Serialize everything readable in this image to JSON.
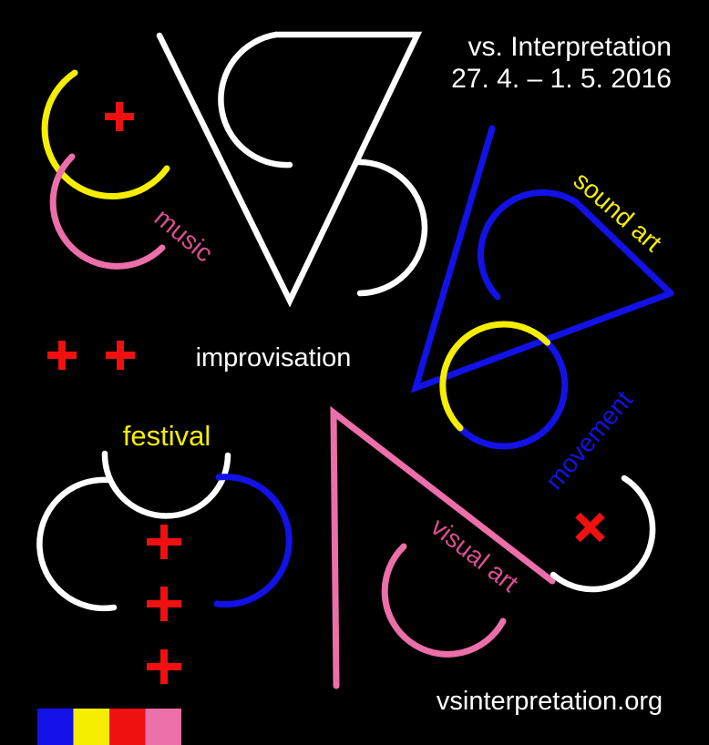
{
  "poster": {
    "header": {
      "line1": "vs. Interpretation",
      "line2": "27. 4. – 1. 5. 2016"
    },
    "labels": {
      "music": "music",
      "improvisation": "improvisation",
      "sound_art": "sound art",
      "movement": "movement",
      "festival": "festival",
      "visual_art": "visual art"
    },
    "footer": {
      "website": "vsinterpretation.org"
    },
    "colors": {
      "background": "#000000",
      "white": "#ffffff",
      "red": "#f01010",
      "yellow": "#f5ee00",
      "blue": "#1212e8",
      "pink": "#ec6fa9",
      "magenta": "#d8508f"
    },
    "swatches": [
      "#1212e8",
      "#f5ee00",
      "#f01010",
      "#ec6fa9"
    ]
  }
}
